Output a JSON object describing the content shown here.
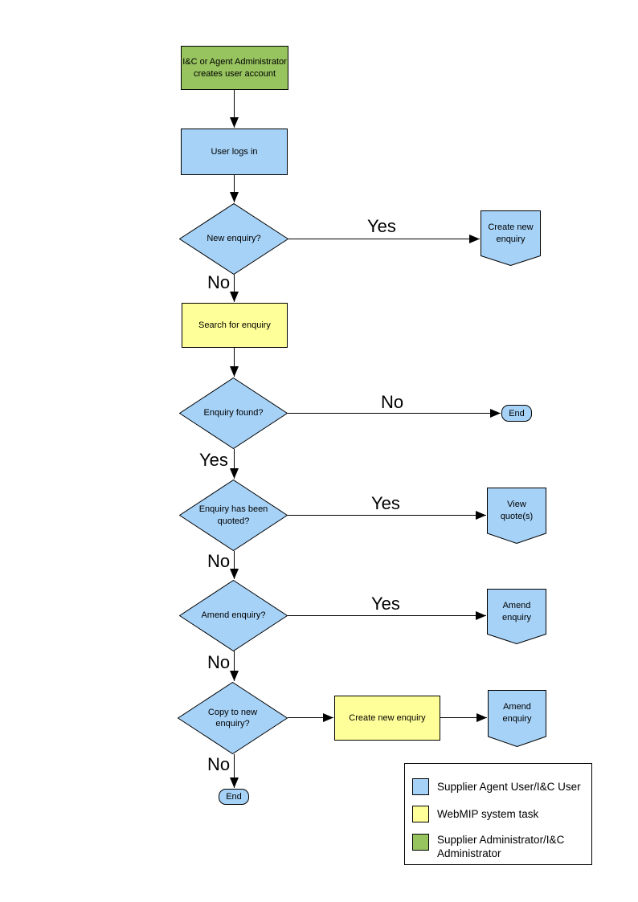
{
  "colors": {
    "user_task_fill": "#A6D2F7",
    "system_task_fill": "#FFFF99",
    "admin_task_fill": "#97C45F",
    "outline": "#000000",
    "background": "#FFFFFF"
  },
  "labels": {
    "yes": "Yes",
    "no": "No"
  },
  "nodes": {
    "admin_creates_account": "I&C or Agent Administrator creates user account",
    "user_logs_in": "User logs in",
    "new_enquiry_decision": "New enquiry?",
    "create_new_enquiry_connector": "Create new enquiry",
    "search_for_enquiry": "Search for enquiry",
    "enquiry_found_decision": "Enquiry found?",
    "end_right": "End",
    "enquiry_quoted_decision": "Enquiry has been quoted?",
    "view_quotes_connector": "View quote(s)",
    "amend_enquiry_decision": "Amend enquiry?",
    "amend_enquiry_connector": "Amend enquiry",
    "copy_to_new_enquiry_decision": "Copy to new enquiry?",
    "create_new_enquiry_task": "Create new enquiry",
    "amend_enquiry_connector_2": "Amend enquiry",
    "end_bottom": "End"
  },
  "legend": {
    "items": [
      {
        "label": "Supplier Agent User/I&C User",
        "color": "#A6D2F7"
      },
      {
        "label": "WebMIP system task",
        "color": "#FFFF99"
      },
      {
        "label": "Supplier Administrator/I&C Administrator",
        "color": "#97C45F"
      }
    ]
  }
}
